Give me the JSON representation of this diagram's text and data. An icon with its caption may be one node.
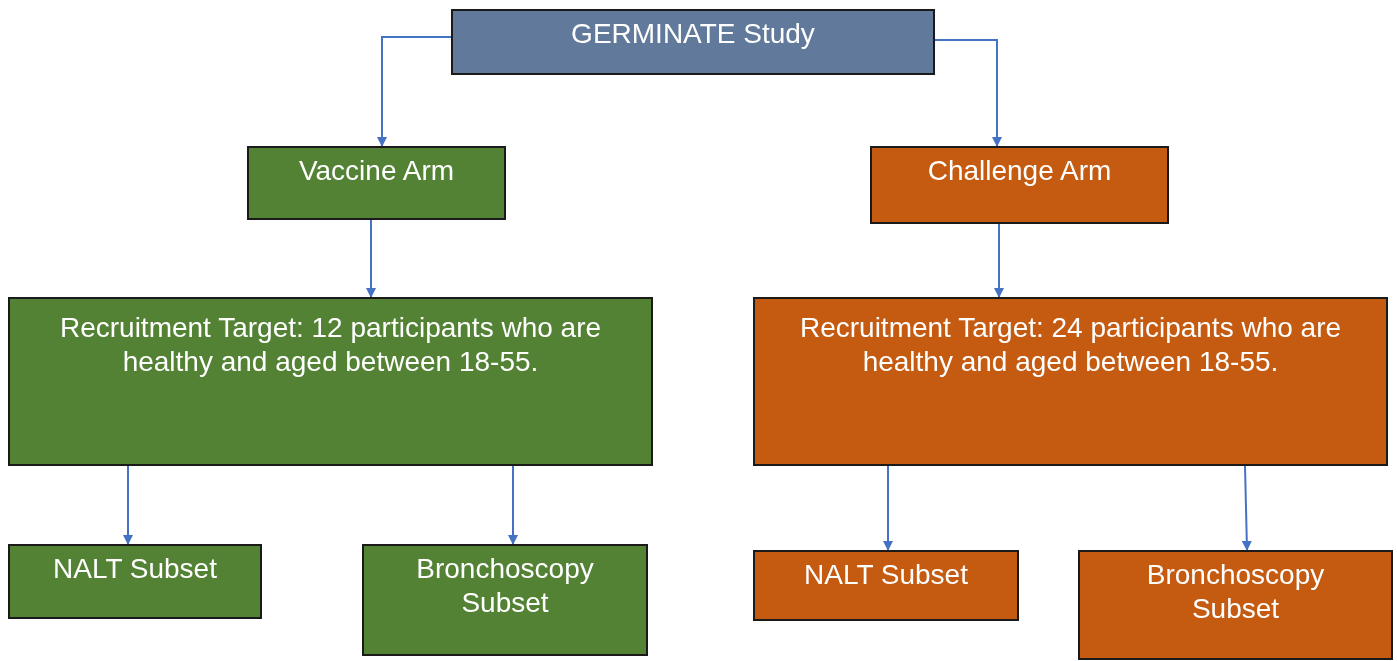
{
  "diagram": {
    "nodes": [
      {
        "text": [
          "GERMINATE Study"
        ]
      },
      {
        "text": [
          "Vaccine Arm"
        ]
      },
      {
        "text": [
          "Challenge Arm"
        ]
      },
      {
        "text": [
          "Recruitment Target: 12 participants who are healthy and aged between 18-55."
        ]
      },
      {
        "text": [
          "Recruitment Target: 24 participants who are healthy and aged between 18-55."
        ]
      },
      {
        "text": [
          "NALT Subset"
        ]
      },
      {
        "text": [
          "Bronchoscopy Subset"
        ]
      },
      {
        "text": [
          "NALT Subset"
        ]
      },
      {
        "text": [
          "Bronchoscopy Subset"
        ]
      }
    ],
    "edges": [
      {
        "from": 0,
        "to": 1,
        "arrow": "to"
      },
      {
        "from": 0,
        "to": 2,
        "arrow": "to"
      },
      {
        "from": 1,
        "to": 3,
        "arrow": "to"
      },
      {
        "from": 2,
        "to": 4,
        "arrow": "to"
      },
      {
        "from": 3,
        "to": 5,
        "arrow": "to"
      },
      {
        "from": 3,
        "to": 6,
        "arrow": "to"
      },
      {
        "from": 4,
        "to": 7,
        "arrow": "to"
      },
      {
        "from": 4,
        "to": 8,
        "arrow": "to"
      }
    ]
  }
}
